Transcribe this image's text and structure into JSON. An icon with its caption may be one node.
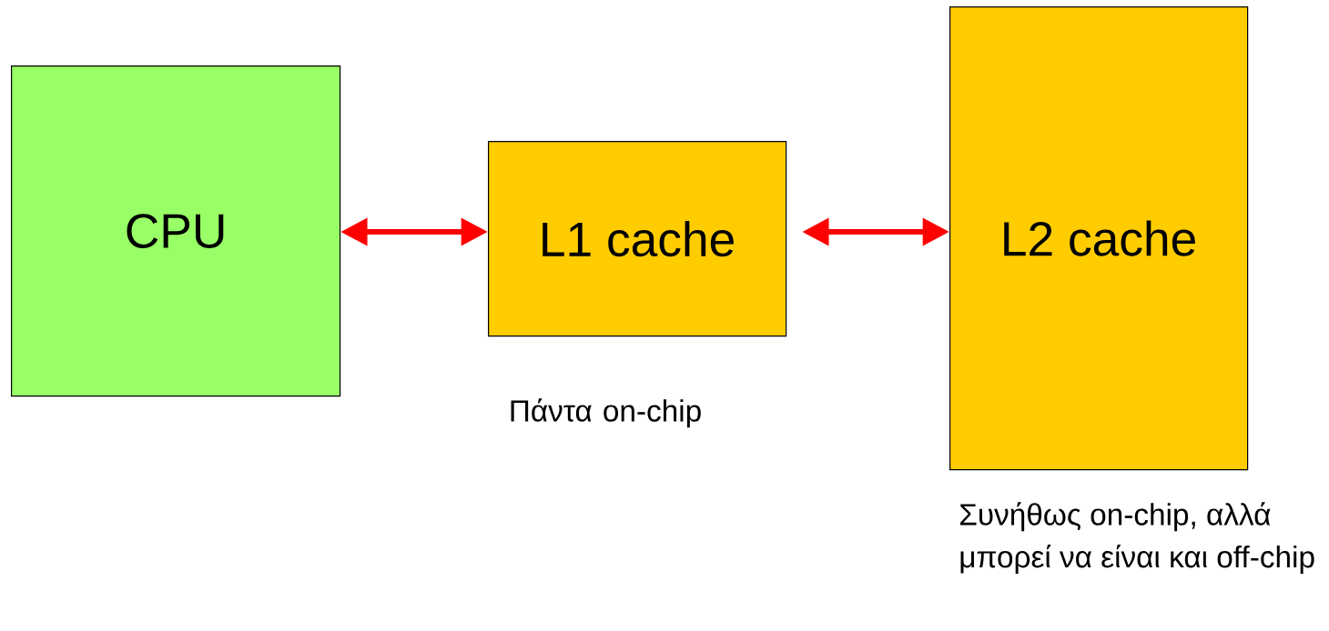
{
  "diagram": {
    "nodes": [
      {
        "text": [
          "CPU"
        ]
      },
      {
        "text": [
          "L1 cache"
        ],
        "beside": [
          "Πάντα on-chip"
        ]
      },
      {
        "text": [
          "L2 cache"
        ],
        "beside": [
          "Συνήθως on-chip, αλλά μπορεί να είναι και off-chip"
        ]
      }
    ],
    "edges": [
      {
        "from": 0,
        "to": 1,
        "arrow": "both"
      },
      {
        "from": 1,
        "to": 2,
        "arrow": "both"
      }
    ]
  }
}
